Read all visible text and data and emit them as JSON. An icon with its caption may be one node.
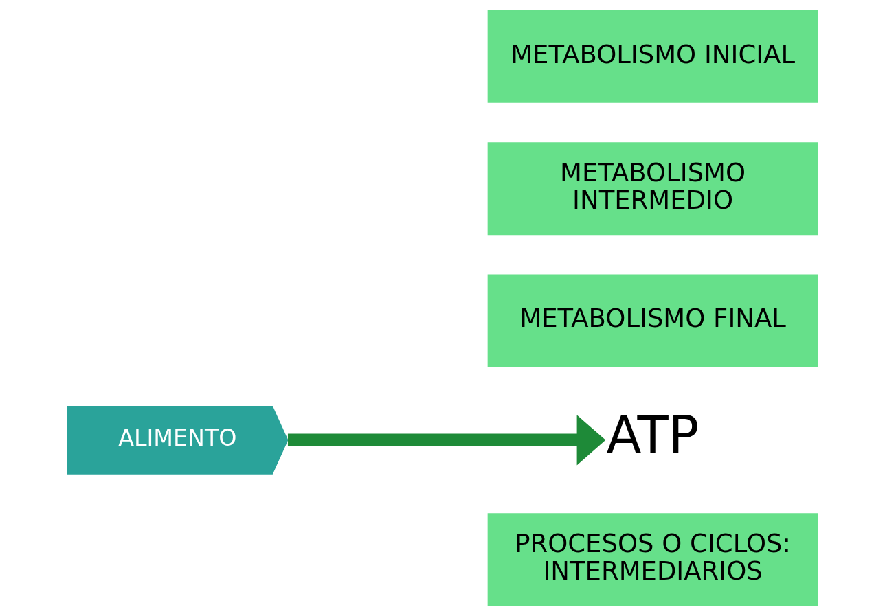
{
  "diagram": {
    "nodes": [
      {
        "text": [
          "ALIMENTO"
        ]
      },
      {
        "text": [
          "METABOLISMO INICIAL"
        ]
      },
      {
        "text": [
          "METABOLISMO INTERMEDIO"
        ]
      },
      {
        "text": [
          "METABOLISMO FINAL"
        ]
      },
      {
        "text": [
          "ATP"
        ]
      },
      {
        "text": [
          "PROCESOS O CICLOS: INTERMEDIARIOS"
        ]
      }
    ],
    "edges": [
      {
        "from": 0,
        "to": 4,
        "arrow": "to"
      }
    ]
  }
}
